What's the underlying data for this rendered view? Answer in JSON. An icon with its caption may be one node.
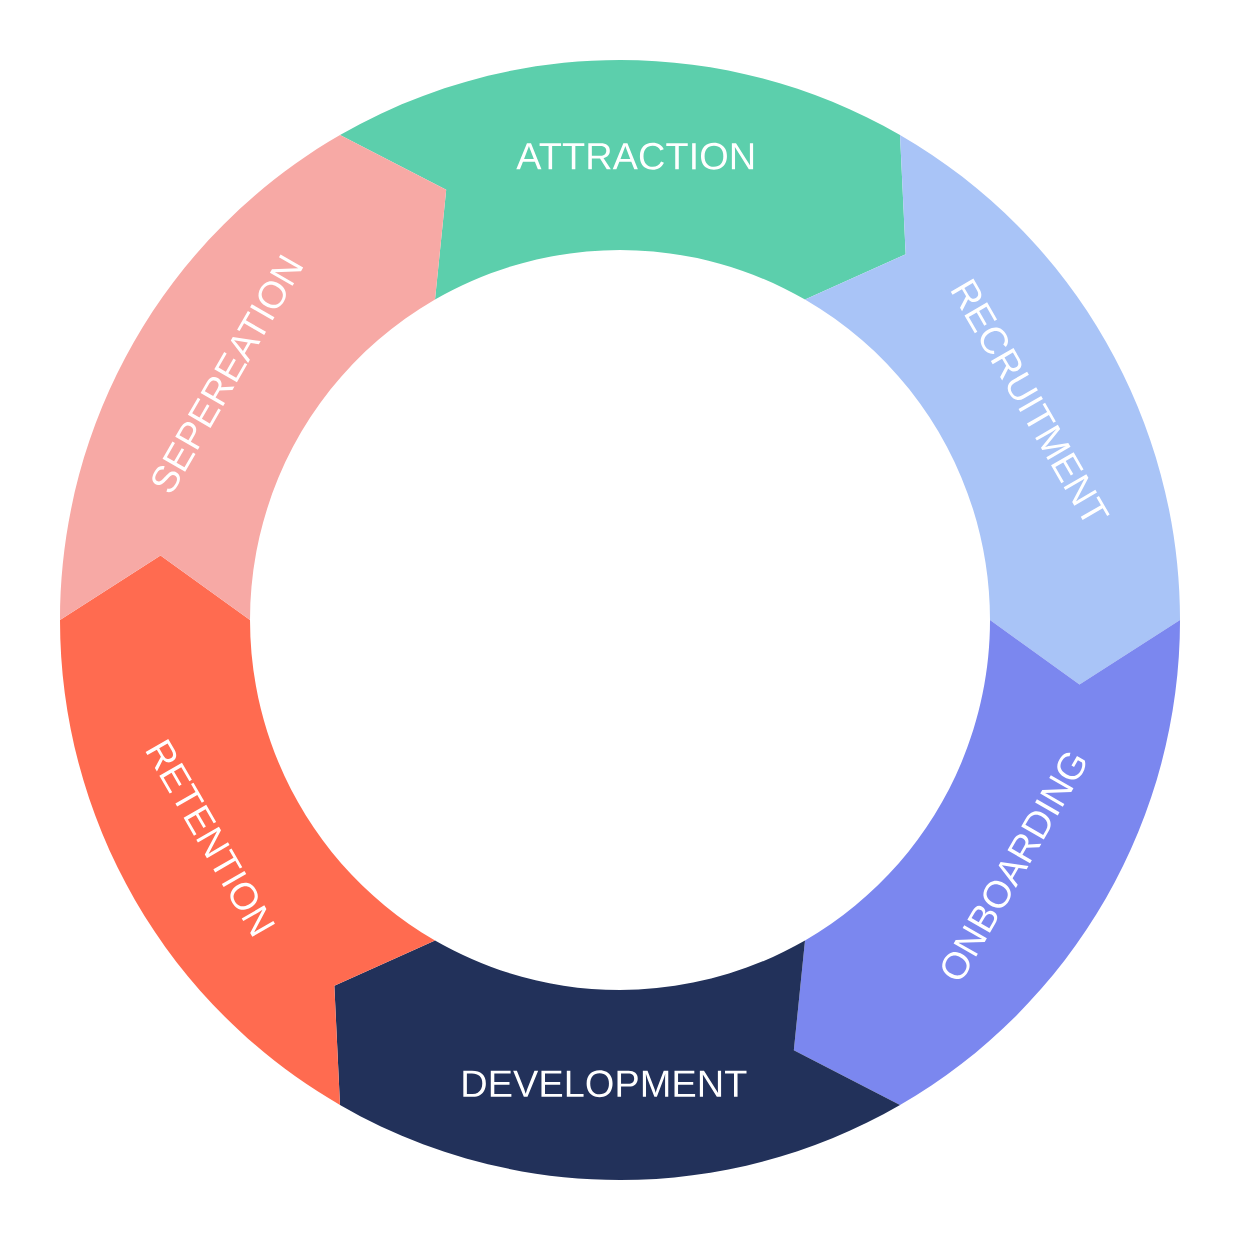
{
  "diagram": {
    "nodes": [
      {
        "text": [
          "ATTRACTION"
        ]
      },
      {
        "text": [
          "RECRUITMENT"
        ]
      },
      {
        "text": [
          "ONBOARDING"
        ]
      },
      {
        "text": [
          "DEVELOPMENT"
        ]
      },
      {
        "text": [
          "RETENTION"
        ]
      },
      {
        "text": [
          "SEPEREATION"
        ]
      }
    ]
  }
}
